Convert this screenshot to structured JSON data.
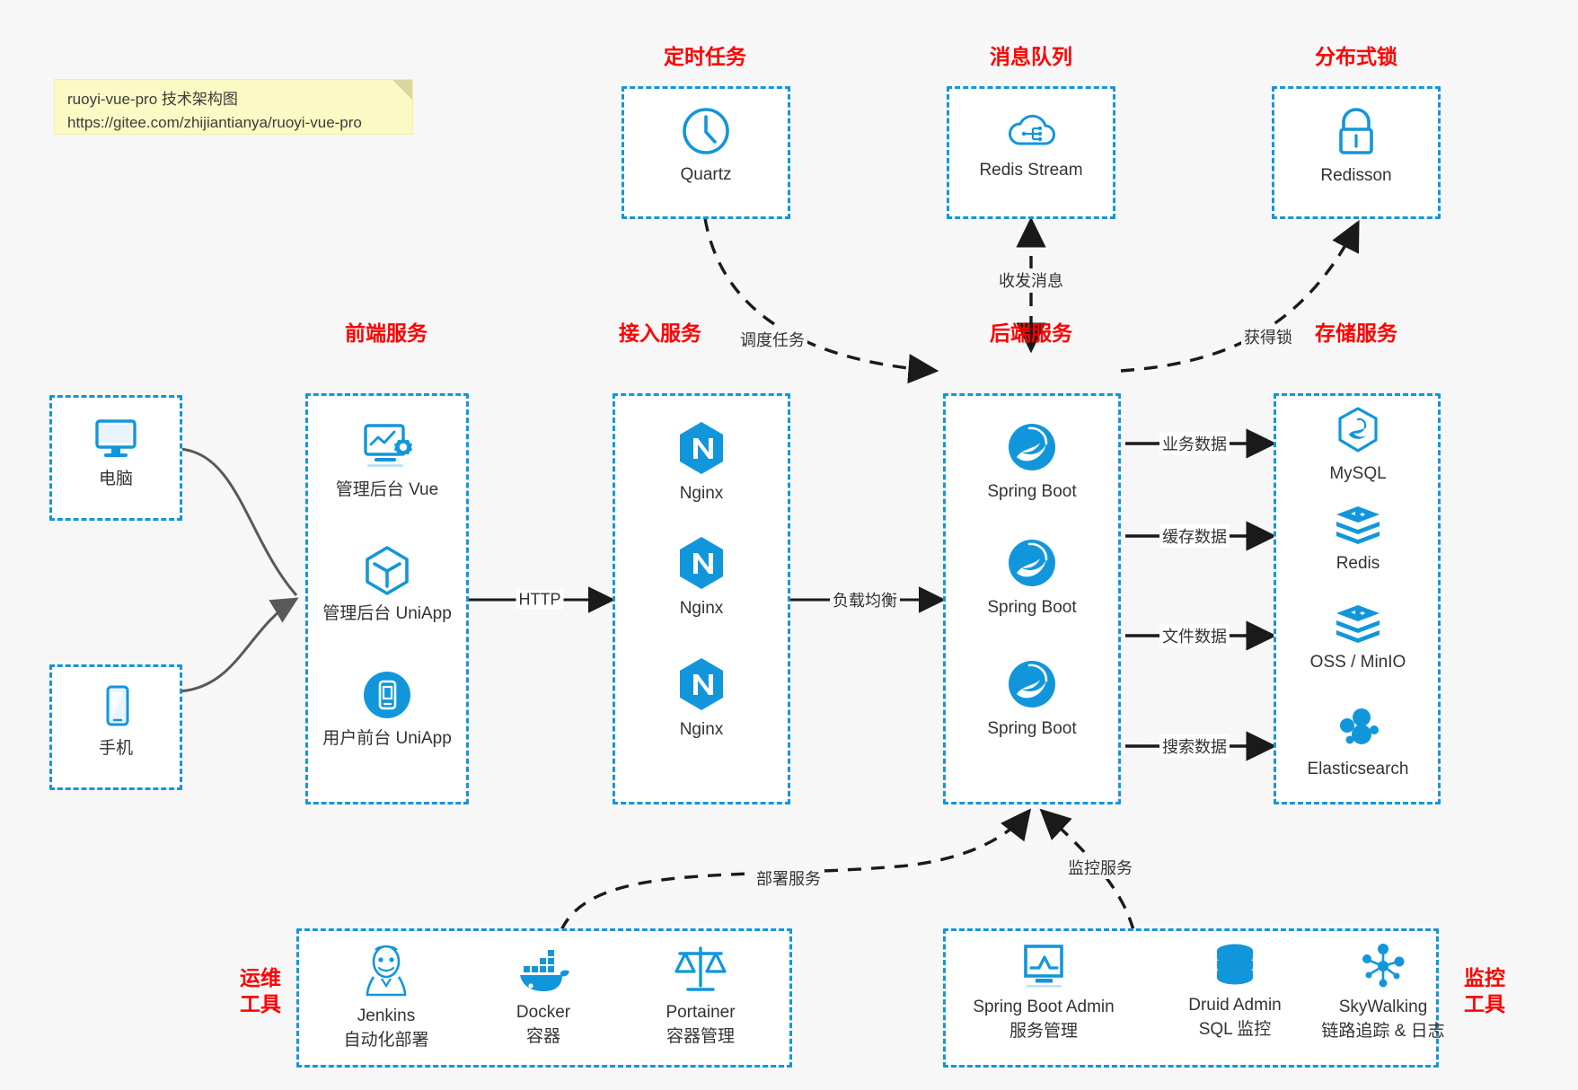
{
  "note": {
    "line1": "ruoyi-vue-pro 技术架构图",
    "line2": "https://gitee.com/zhijiantianya/ruoyi-vue-pro"
  },
  "colors": {
    "accent": "#1296db",
    "group_border": "#1296db",
    "group_title": "#ff0000",
    "edge": "#000000",
    "soft_edge": "#595959",
    "background": "#f7f7f7",
    "note_bg": "#fbf9c4",
    "text": "#333333"
  },
  "groups": [
    {
      "id": "scheduled-task",
      "title": "定时任务"
    },
    {
      "id": "message-queue",
      "title": "消息队列"
    },
    {
      "id": "distributed-lock",
      "title": "分布式锁"
    },
    {
      "id": "frontend-service",
      "title": "前端服务"
    },
    {
      "id": "gateway-service",
      "title": "接入服务"
    },
    {
      "id": "backend-service",
      "title": "后端服务"
    },
    {
      "id": "storage-service",
      "title": "存储服务"
    },
    {
      "id": "devops-tools",
      "title": "运维\n工具",
      "title_line1": "运维",
      "title_line2": "工具"
    },
    {
      "id": "monitor-tools",
      "title": "监控\n工具",
      "title_line1": "监控",
      "title_line2": "工具"
    }
  ],
  "clients": [
    {
      "id": "pc",
      "label": "电脑",
      "icon": "desktop-monitor-icon"
    },
    {
      "id": "mobile",
      "label": "手机",
      "icon": "smartphone-icon"
    }
  ],
  "scheduled_task": [
    {
      "id": "quartz",
      "label": "Quartz",
      "icon": "clock-icon"
    }
  ],
  "message_queue": [
    {
      "id": "redis-stream",
      "label": "Redis Stream",
      "icon": "cloud-stream-icon"
    }
  ],
  "distributed_lock": [
    {
      "id": "redisson",
      "label": "Redisson",
      "icon": "padlock-icon"
    }
  ],
  "frontend": [
    {
      "id": "admin-vue",
      "label": "管理后台 Vue",
      "icon": "dashboard-settings-icon"
    },
    {
      "id": "admin-uniapp",
      "label": "管理后台 UniApp",
      "icon": "cube-icon"
    },
    {
      "id": "user-uniapp",
      "label": "用户前台 UniApp",
      "icon": "mobile-app-icon"
    }
  ],
  "gateway": [
    {
      "id": "nginx-1",
      "label": "Nginx",
      "icon": "nginx-icon"
    },
    {
      "id": "nginx-2",
      "label": "Nginx",
      "icon": "nginx-icon"
    },
    {
      "id": "nginx-3",
      "label": "Nginx",
      "icon": "nginx-icon"
    }
  ],
  "backend": [
    {
      "id": "spring-boot-1",
      "label": "Spring Boot",
      "icon": "spring-boot-icon"
    },
    {
      "id": "spring-boot-2",
      "label": "Spring Boot",
      "icon": "spring-boot-icon"
    },
    {
      "id": "spring-boot-3",
      "label": "Spring Boot",
      "icon": "spring-boot-icon"
    }
  ],
  "storage": [
    {
      "id": "mysql",
      "label": "MySQL",
      "icon": "mysql-dolphin-icon"
    },
    {
      "id": "redis",
      "label": "Redis",
      "icon": "redis-stack-icon"
    },
    {
      "id": "oss-minio",
      "label": "OSS / MinIO",
      "icon": "object-storage-icon"
    },
    {
      "id": "elasticsearch",
      "label": "Elasticsearch",
      "icon": "elasticsearch-icon"
    }
  ],
  "devops": [
    {
      "id": "jenkins",
      "label": "Jenkins",
      "sublabel": "自动化部署",
      "icon": "jenkins-butler-icon"
    },
    {
      "id": "docker",
      "label": "Docker",
      "sublabel": "容器",
      "icon": "docker-whale-icon"
    },
    {
      "id": "portainer",
      "label": "Portainer",
      "sublabel": "容器管理",
      "icon": "portainer-scale-icon"
    }
  ],
  "monitor": [
    {
      "id": "spring-boot-admin",
      "label": "Spring Boot Admin",
      "sublabel": "服务管理",
      "icon": "monitor-chart-icon"
    },
    {
      "id": "druid-admin",
      "label": "Druid Admin",
      "sublabel": "SQL 监控",
      "icon": "database-stack-icon"
    },
    {
      "id": "skywalking",
      "label": "SkyWalking",
      "sublabel": "链路追踪 & 日志",
      "icon": "skywalking-node-icon"
    }
  ],
  "edges": [
    {
      "id": "http",
      "label": "HTTP",
      "from": "frontend-service",
      "to": "gateway-service"
    },
    {
      "id": "load-balance",
      "label": "负载均衡",
      "from": "gateway-service",
      "to": "backend-service"
    },
    {
      "id": "schedule-job",
      "label": "调度任务",
      "from": "quartz",
      "to": "backend-service"
    },
    {
      "id": "send-receive",
      "label": "收发消息",
      "from": "redis-stream",
      "to": "backend-service"
    },
    {
      "id": "acquire-lock",
      "label": "获得锁",
      "from": "backend-service",
      "to": "redisson"
    },
    {
      "id": "business-data",
      "label": "业务数据",
      "from": "backend-service",
      "to": "mysql"
    },
    {
      "id": "cache-data",
      "label": "缓存数据",
      "from": "backend-service",
      "to": "redis"
    },
    {
      "id": "file-data",
      "label": "文件数据",
      "from": "backend-service",
      "to": "oss-minio"
    },
    {
      "id": "search-data",
      "label": "搜索数据",
      "from": "backend-service",
      "to": "elasticsearch"
    },
    {
      "id": "deploy-svc",
      "label": "部署服务",
      "from": "devops-tools",
      "to": "backend-service"
    },
    {
      "id": "monitor-svc",
      "label": "监控服务",
      "from": "monitor-tools",
      "to": "backend-service"
    }
  ]
}
